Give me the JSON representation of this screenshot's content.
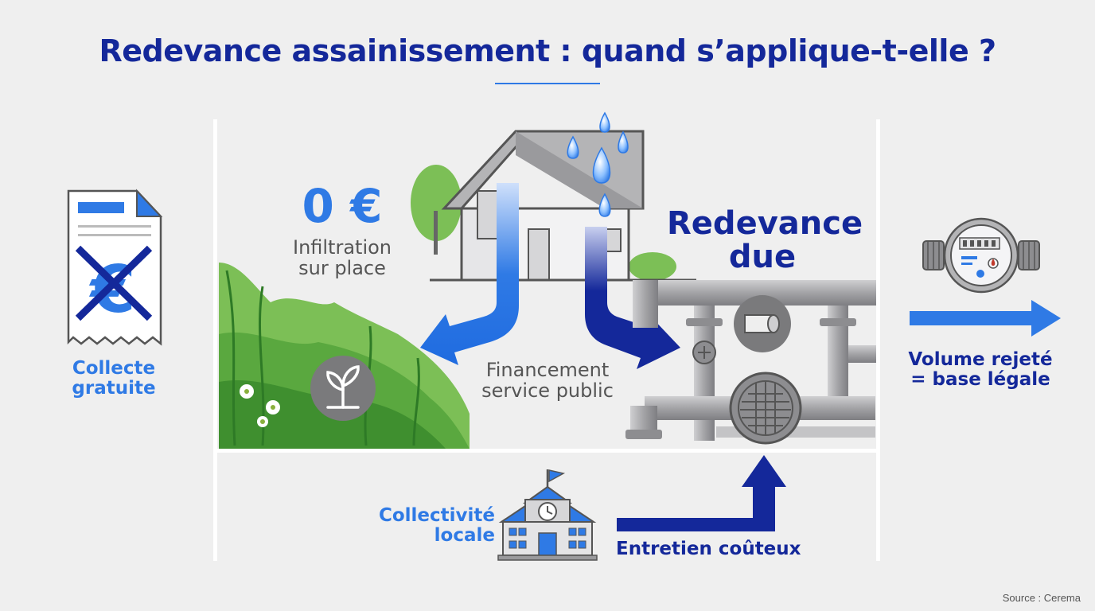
{
  "title": "Redevance assainissement : quand s’applique-t-elle ?",
  "left": {
    "label_line1": "Collecte",
    "label_line2": "gratuite",
    "icon": "crossed-euro-bill-icon"
  },
  "center": {
    "zero_price": "0 €",
    "infiltration_line1": "Infiltration",
    "infiltration_line2": "sur place",
    "redevance_line1": "Redevance",
    "redevance_line2": "due",
    "financement_line1": "Financement",
    "financement_line2": "service public"
  },
  "bottom": {
    "collectivite_line1": "Collectivité",
    "collectivite_line2": "locale",
    "entretien": "Entretien coûteux"
  },
  "right": {
    "volume_line1": "Volume rejeté",
    "volume_line2": "= base légale",
    "icon": "water-meter-icon"
  },
  "source": "Source : Cerema",
  "colors": {
    "navy": "#14289a",
    "blue": "#2f7ae5",
    "green": "#5aa83f",
    "pipe": "#a9a9ab"
  }
}
